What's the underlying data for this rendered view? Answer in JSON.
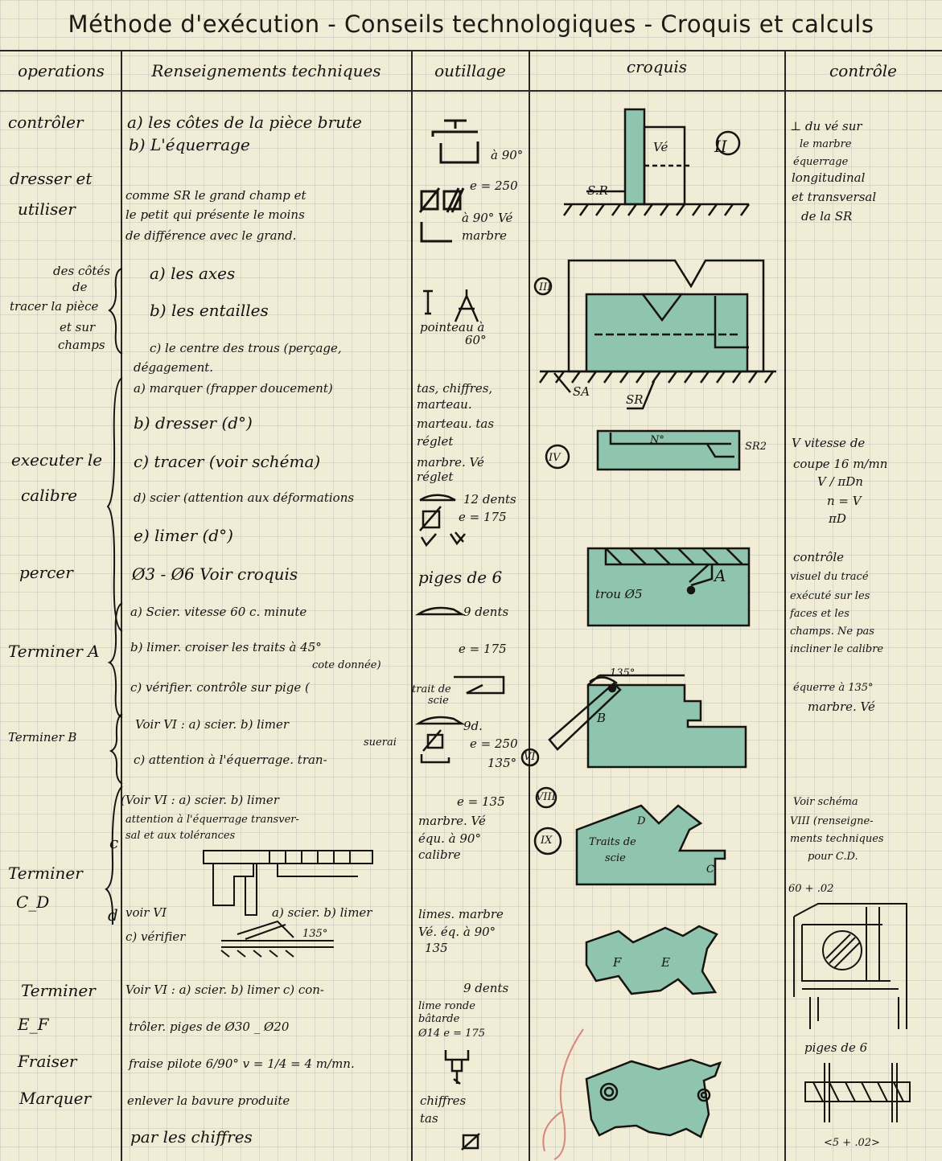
{
  "title": "Méthode d'exécution - Conseils technologiques - Croquis et calculs",
  "headers": {
    "operations": "operations",
    "renseignements": "Renseignements techniques",
    "outillage": "outillage",
    "croquis": "croquis",
    "controle": "contrôle"
  },
  "operations": {
    "controler": "contrôler",
    "dresser_1": "dresser et",
    "dresser_2": "utiliser",
    "tracer_1": "des côtés",
    "tracer_2": "de",
    "tracer_3": "tracer la pièce",
    "tracer_4": "et sur",
    "tracer_5": "champs",
    "executer_1": "executer le",
    "executer_2": "calibre",
    "percer": "percer",
    "terminer_a": "Terminer A",
    "terminer_b": "Terminer B",
    "terminer_cd_1": "Terminer",
    "terminer_cd_2": "C_D",
    "terminer_ef_1": "Terminer",
    "terminer_ef_2": "E_F",
    "fraiser": "Fraiser",
    "marquer": "Marquer"
  },
  "renseignements": {
    "r1a": "a) les côtes de la pièce brute",
    "r1b": "b) L'équerrage",
    "r2a": "comme SR le grand champ et",
    "r2b": "le petit qui présente le moins",
    "r2c": "de différence avec le grand.",
    "r3a": "a) les axes",
    "r3b": "b) les entailles",
    "r3c": "c) le centre des trous (perçage,",
    "r3d": "dégagement.",
    "r4a": "a) marquer (frapper doucement)",
    "r4b": "b) dresser (d°)",
    "r4c": "c) tracer (voir schéma)",
    "r4d": "d) scier (attention aux déformations",
    "r4e": "e) limer (d°)",
    "r5": "Ø3 - Ø6 Voir croquis",
    "r6a": "a) Scier. vitesse 60 c. minute",
    "r6b": "b) limer. croiser les traits à 45°",
    "r6b2": "cote donnée)",
    "r6c": "c) vérifier. contrôle sur pige (",
    "r7a": "Voir VI : a) scier. b) limer",
    "r7b": "suerai",
    "r7c": "c) attention à l'équerrage. tran-",
    "r8c_1": "(Voir VI : a) scier. b) limer",
    "r8c_2": "attention à l'équerrage transver-",
    "r8c_3": "sal et aux tolérances",
    "r8c_label": "c",
    "r8d_label": "d",
    "r8d_1": "voir VI",
    "r8d_2": "a) scier. b) limer",
    "r8d_3": "c) vérifier",
    "r8d_angle": "135°",
    "r9a": "Voir VI : a) scier. b) limer c) con-",
    "r9b": "trôler. piges de Ø30 _ Ø20",
    "r10": "fraise pilote 6/90° v = 1/4 = 4 m/mn.",
    "r11a": "enlever la bavure produite",
    "r11b": "par les chiffres"
  },
  "outillage": {
    "o1": "à 90°",
    "o2a": "e = 250",
    "o2b": "à 90° Vé",
    "o2c": "marbre",
    "o3a": "pointeau à",
    "o3b": "60°",
    "o4a": "tas, chiffres,",
    "o4b": "marteau.",
    "o4c": "marteau. tas",
    "o4d": "réglet",
    "o4e": "marbre. Vé",
    "o4f": "réglet",
    "o4g": "12 dents",
    "o4h": "e = 175",
    "o5": "piges de 6",
    "o6a": "9 dents",
    "o6b": "e = 175",
    "o6c": "trait de",
    "o6d": "scie",
    "o7a": "9d.",
    "o7b": "e = 250",
    "o7c": "135°",
    "o8a": "e = 135",
    "o8b": "marbre. Vé",
    "o8c": "équ. à 90°",
    "o8d": "calibre",
    "o8e": "limes. marbre",
    "o8f": "Vé. éq. à 90°",
    "o8g": "135",
    "o9a": "9 dents",
    "o9b": "lime ronde",
    "o9c": "bâtarde",
    "o9d": "Ø14 e = 175",
    "o11a": "chiffres",
    "o11b": "tas"
  },
  "croquis": {
    "ii": "II",
    "ve": "Vé",
    "sr": "S.R",
    "iii": "III",
    "sa": "SA",
    "sr2": "SR",
    "iv": "IV",
    "no": "N°",
    "sr2b": "SR2",
    "trou": "trou Ø5",
    "a": "A",
    "angle": "135°",
    "b": "B",
    "vi": "VI",
    "viii": "VIII",
    "ix": "IX",
    "d": "D",
    "traits": "Traits de",
    "scie": "scie",
    "c": "C",
    "f": "F",
    "e": "E"
  },
  "controle": {
    "c1a": "⊥ du vé sur",
    "c1b": "le marbre",
    "c1c": "équerrage",
    "c1d": "longitudinal",
    "c1e": "et transversal",
    "c1f": "de la SR",
    "c2a": "V vitesse de",
    "c2b": "coupe 16 m/mn",
    "c2c": "V / πDn",
    "c2d": "n = V",
    "c2e": "πD",
    "c3a": "contrôle",
    "c3b": "visuel du tracé",
    "c3c": "exécuté sur les",
    "c3d": "faces et les",
    "c3e": "champs. Ne pas",
    "c3f": "incliner le calibre",
    "c4a": "équerre à 135°",
    "c4b": "marbre. Vé",
    "c5a": "Voir schéma",
    "c5b": "VIII (renseigne-",
    "c5c": "ments techniques",
    "c5d": "pour C.D.",
    "c5e": "60 + .02",
    "c6": "piges de 6",
    "c7": "<5 + .02>"
  },
  "colors": {
    "paper": "#f1ecd6",
    "grid": "#9fb5ba",
    "ink": "#161410",
    "teal": "#8fc4ae",
    "red_mark": "#d9857a"
  }
}
